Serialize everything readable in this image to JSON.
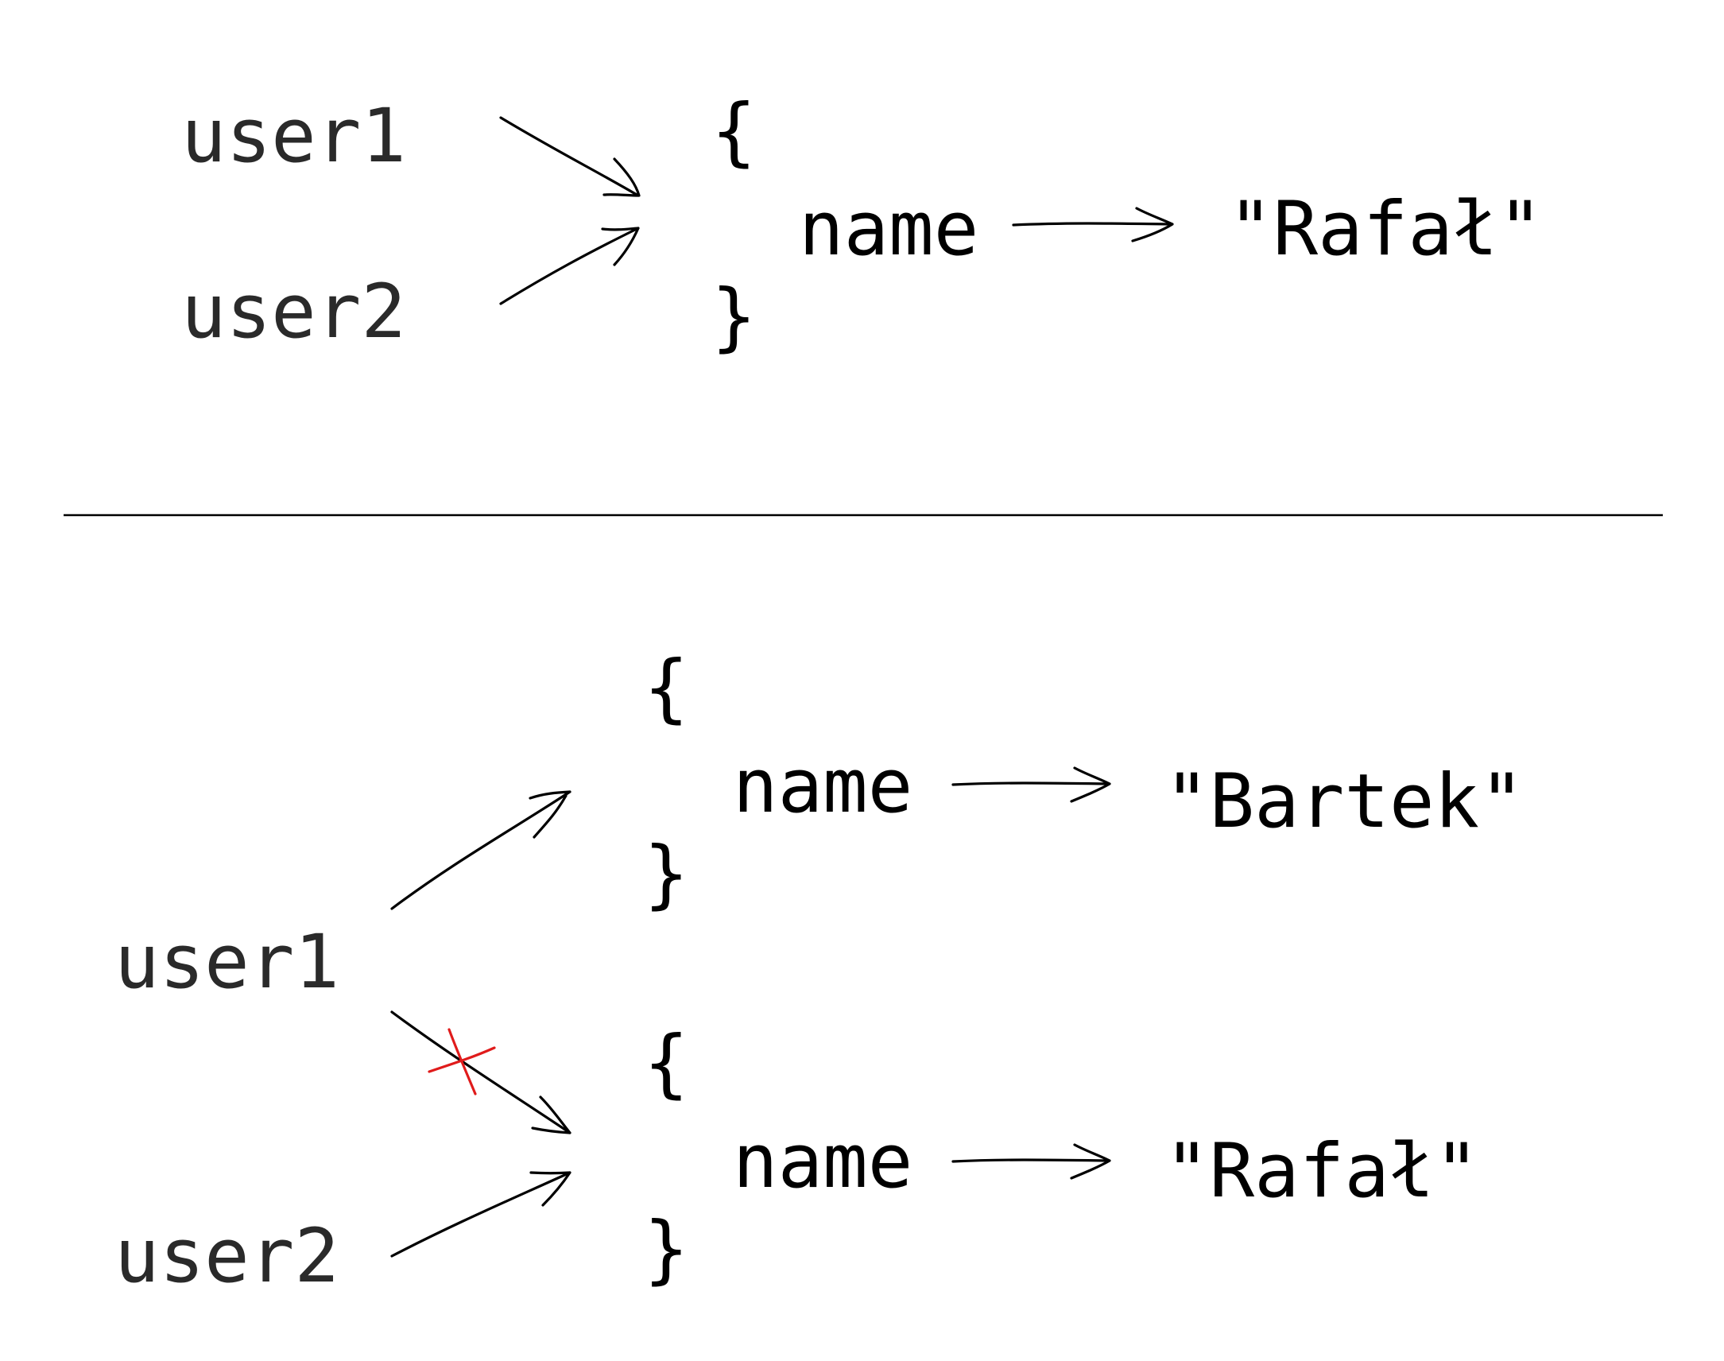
{
  "top": {
    "variables": [
      "user1",
      "user2"
    ],
    "object": {
      "open_brace": "{",
      "key": "name",
      "close_brace": "}",
      "value": "\"Rafał\""
    }
  },
  "bottom": {
    "variables": [
      "user1",
      "user2"
    ],
    "objects": [
      {
        "open_brace": "{",
        "key": "name",
        "close_brace": "}",
        "value": "\"Bartek\""
      },
      {
        "open_brace": "{",
        "key": "name",
        "close_brace": "}",
        "value": "\"Rafał\""
      }
    ]
  },
  "colors": {
    "ink": "#000000",
    "variable_text": "#2a2a2a",
    "removed_reference_mark": "#e01b1b"
  }
}
